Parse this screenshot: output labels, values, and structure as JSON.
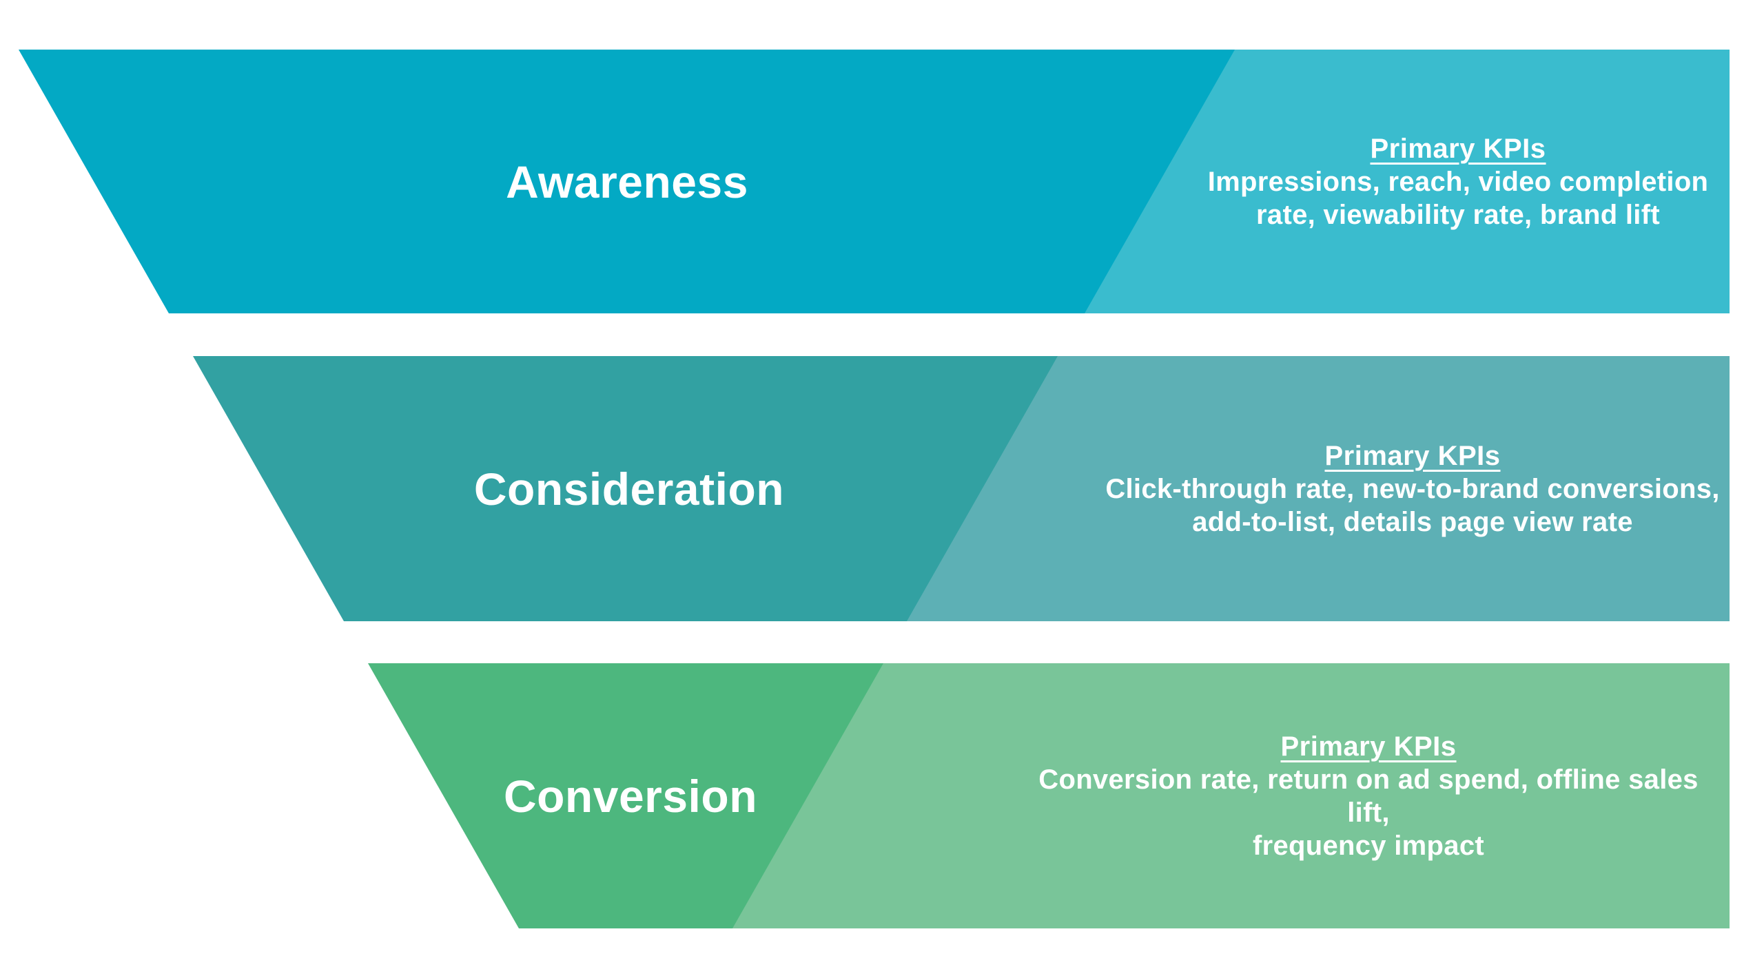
{
  "funnel": {
    "text_color": "#FFFFFF",
    "background": "#FFFFFF",
    "stages": [
      {
        "label": "Awareness",
        "kpi_heading": "Primary KPIs",
        "kpi_lines": [
          "Impressions, reach, video completion",
          "rate, viewability rate, brand lift"
        ],
        "colors": {
          "dark": "#03A9C4",
          "light": "#3ABCCE"
        }
      },
      {
        "label": "Consideration",
        "kpi_heading": "Primary KPIs",
        "kpi_lines": [
          "Click-through rate, new-to-brand conversions,",
          "add-to-list, details page view rate"
        ],
        "colors": {
          "dark": "#32A1A2",
          "light": "#5DB0B5"
        }
      },
      {
        "label": "Conversion",
        "kpi_heading": "Primary KPIs",
        "kpi_lines": [
          "Conversion rate, return on ad spend, offline sales lift,",
          "frequency impact"
        ],
        "colors": {
          "dark": "#4DB77E",
          "light": "#79C599"
        }
      }
    ]
  }
}
